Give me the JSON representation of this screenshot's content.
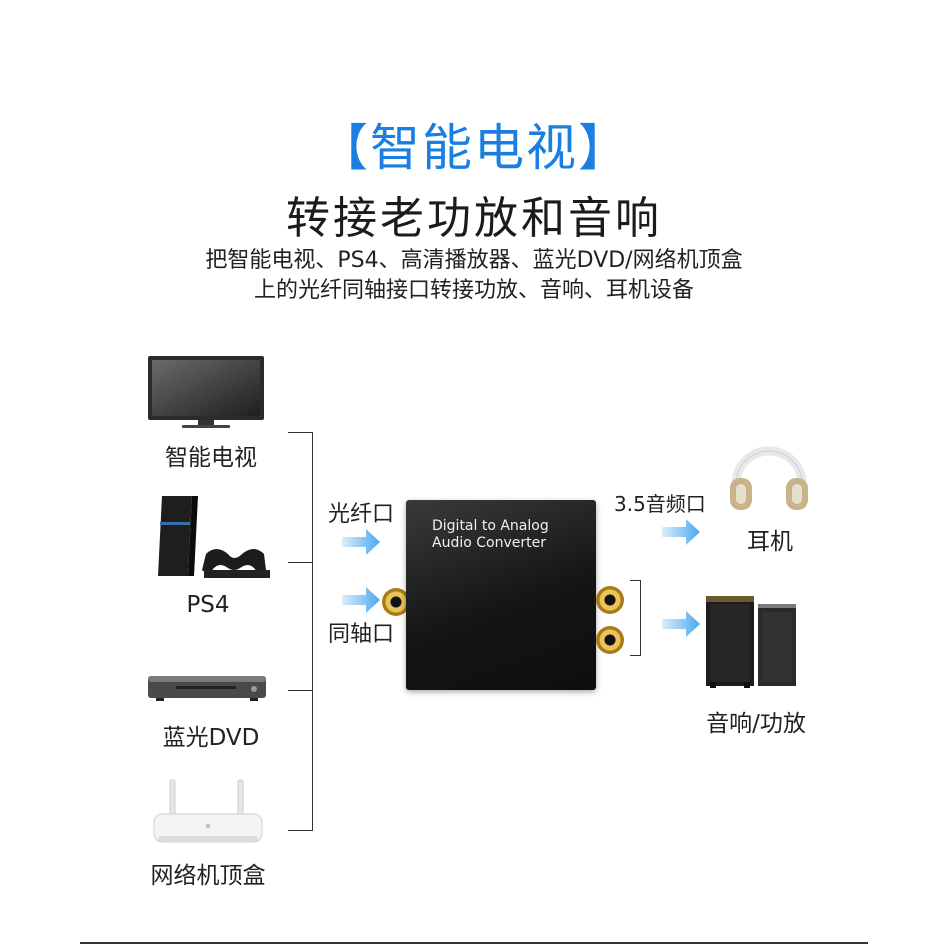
{
  "header": {
    "title": "【智能电视】",
    "subtitle": "转接老功放和音响",
    "desc_line1": "把智能电视、PS4、高清播放器、蓝光DVD/网络机顶盒",
    "desc_line2": "上的光纤同轴接口转接功放、音响、耳机设备"
  },
  "sources": [
    {
      "label": "智能电视",
      "icon": "tv-icon"
    },
    {
      "label": "PS4",
      "icon": "ps4-console-icon"
    },
    {
      "label": "蓝光DVD",
      "icon": "dvd-player-icon"
    },
    {
      "label": "网络机顶盒",
      "icon": "router-settop-box-icon"
    }
  ],
  "converter": {
    "line1": "Digital to Analog",
    "line2": "Audio Converter",
    "input_optical": "光纤口",
    "input_coaxial": "同轴口",
    "output_35": "3.5音频口"
  },
  "outputs": [
    {
      "label": "耳机",
      "icon": "headphones-icon"
    },
    {
      "label": "音响/功放",
      "icon": "speaker-system-icon"
    }
  ],
  "colors": {
    "accent": "#1a7fe0",
    "arrow": "#4aa8ee",
    "gold": "#d9a93a"
  }
}
